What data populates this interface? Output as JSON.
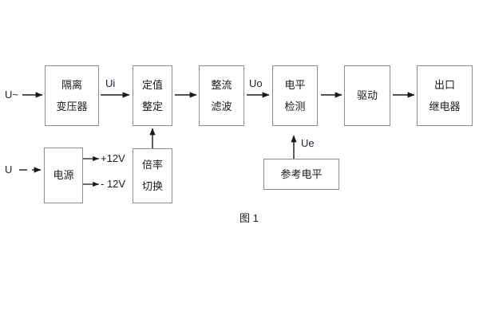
{
  "figure": {
    "caption": "图 1",
    "background_color": "#ffffff",
    "box_border_color": "#8c8c8c",
    "wire_color": "#1a1a1a",
    "signal_label_color": "#1f1f3d"
  },
  "inputs": [
    {
      "id": "ac-input",
      "label": "U~"
    },
    {
      "id": "dc-input",
      "label": "U"
    }
  ],
  "blocks": [
    {
      "id": "isolation-transformer",
      "line1": "隔离",
      "line2": "变压器"
    },
    {
      "id": "setting-value",
      "line1": "定值",
      "line2": "整定"
    },
    {
      "id": "rectify-filter",
      "line1": "整流",
      "line2": "滤波"
    },
    {
      "id": "level-detection",
      "line1": "电平",
      "line2": "检测"
    },
    {
      "id": "drive",
      "line1": "驱动",
      "line2": ""
    },
    {
      "id": "output-relay",
      "line1": "出口",
      "line2": "继电器"
    },
    {
      "id": "power-supply",
      "line1": "电源",
      "line2": ""
    },
    {
      "id": "multiplier-switch",
      "line1": "倍率",
      "line2": "切换"
    },
    {
      "id": "reference-level",
      "line1": "参考电平",
      "line2": ""
    }
  ],
  "signals": [
    {
      "id": "ui",
      "label": "Ui"
    },
    {
      "id": "uo",
      "label": "Uo"
    },
    {
      "id": "ue",
      "label": "Ue"
    },
    {
      "id": "plus12v",
      "label": "+12V"
    },
    {
      "id": "minus12v",
      "label": "- 12V"
    }
  ]
}
